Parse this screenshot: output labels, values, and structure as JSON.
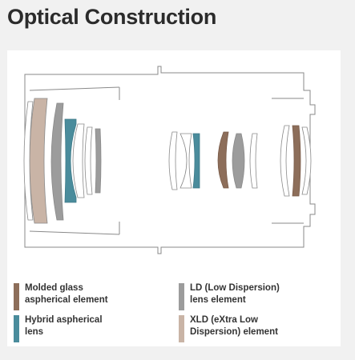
{
  "title": "Optical Construction",
  "colors": {
    "molded": "#8d6e5a",
    "hybrid": "#4a8c9c",
    "ld": "#9c9c9c",
    "xld": "#c9b4a6",
    "outline": "#8a8a8a"
  },
  "legend": [
    {
      "type": "molded",
      "label": "Molded glass\naspherical element"
    },
    {
      "type": "hybrid",
      "label": "Hybrid aspherical\nlens"
    },
    {
      "type": "ld",
      "label": "LD (Low Dispersion)\nlens element"
    },
    {
      "type": "xld",
      "label": "XLD (eXtra Low\nDispersion) element"
    }
  ]
}
